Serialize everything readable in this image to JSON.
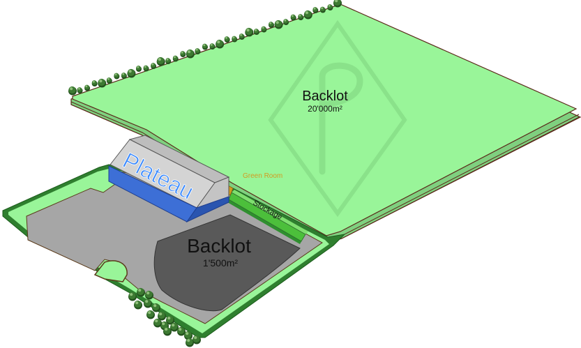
{
  "big_backlot": {
    "name": "Backlot",
    "area": "20'000m²"
  },
  "small_backlot": {
    "name": "Backlot",
    "area": "1'500m²"
  },
  "plateau": {
    "label": "Plateau"
  },
  "green_room": {
    "label": "Green Room"
  },
  "stockage": {
    "label": "Stockage"
  },
  "colors": {
    "lawn": "#99f599",
    "lawn_edge": "#2a7a2a",
    "lot_gray": "#a6a6a6",
    "backlot_dark": "#595959",
    "plateau_blue": "#3d6fd6",
    "plateau_text": "#3d8bff",
    "roof": "#c8c8c8",
    "green_room": "#d29b21",
    "stockage": "#4cbf3b",
    "trees": "#3d7a32"
  },
  "logo": {
    "icon": "diamond-p-watermark-icon"
  }
}
